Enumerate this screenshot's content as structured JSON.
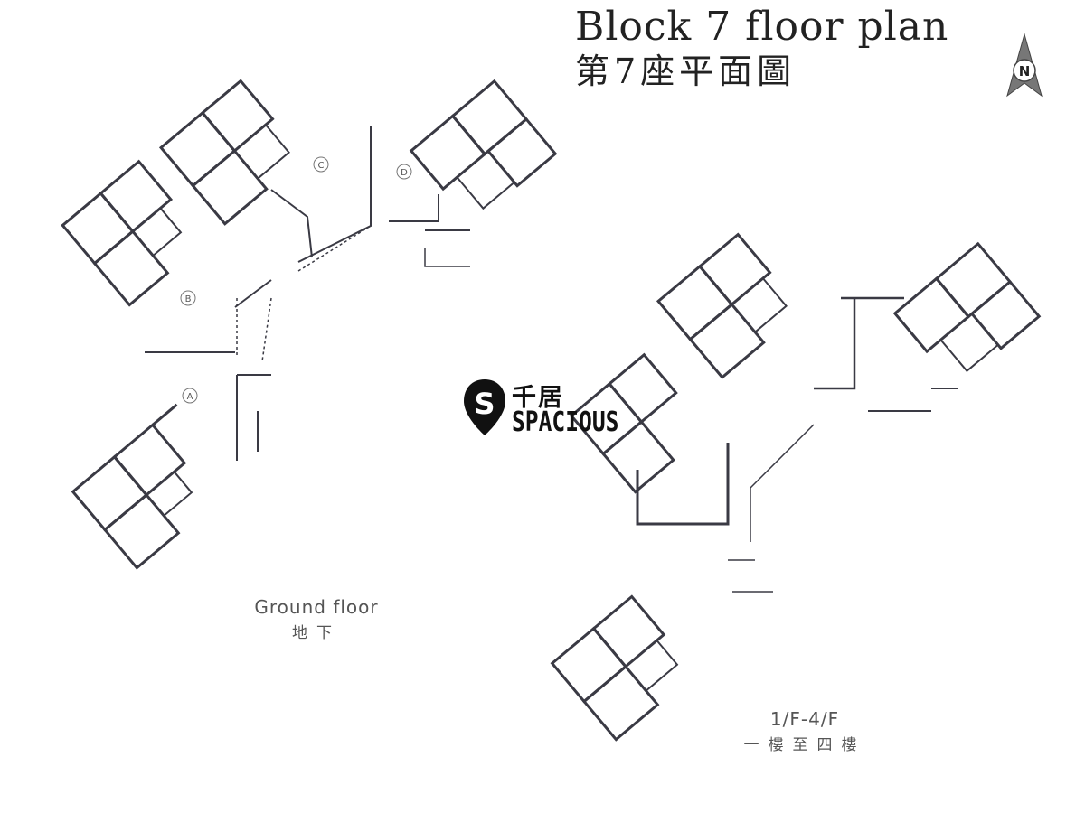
{
  "title": {
    "english": "Block 7 floor plan",
    "chinese": "第7座平面圖"
  },
  "compass": {
    "letter": "N",
    "icon": "north-arrow-icon"
  },
  "floors": [
    {
      "key": "ground",
      "name_en": "Ground floor",
      "name_zh": "地下"
    },
    {
      "key": "upper",
      "name_en": "1/F-4/F",
      "name_zh": "一樓至四樓"
    }
  ],
  "unit_markers": [
    "A",
    "B",
    "C",
    "D"
  ],
  "watermark": {
    "chinese": "千居",
    "english": "SPACIOUS",
    "icon": "spacious-logo-icon"
  },
  "colors": {
    "line": "#3a3a44",
    "text": "#555555",
    "background": "#ffffff"
  }
}
